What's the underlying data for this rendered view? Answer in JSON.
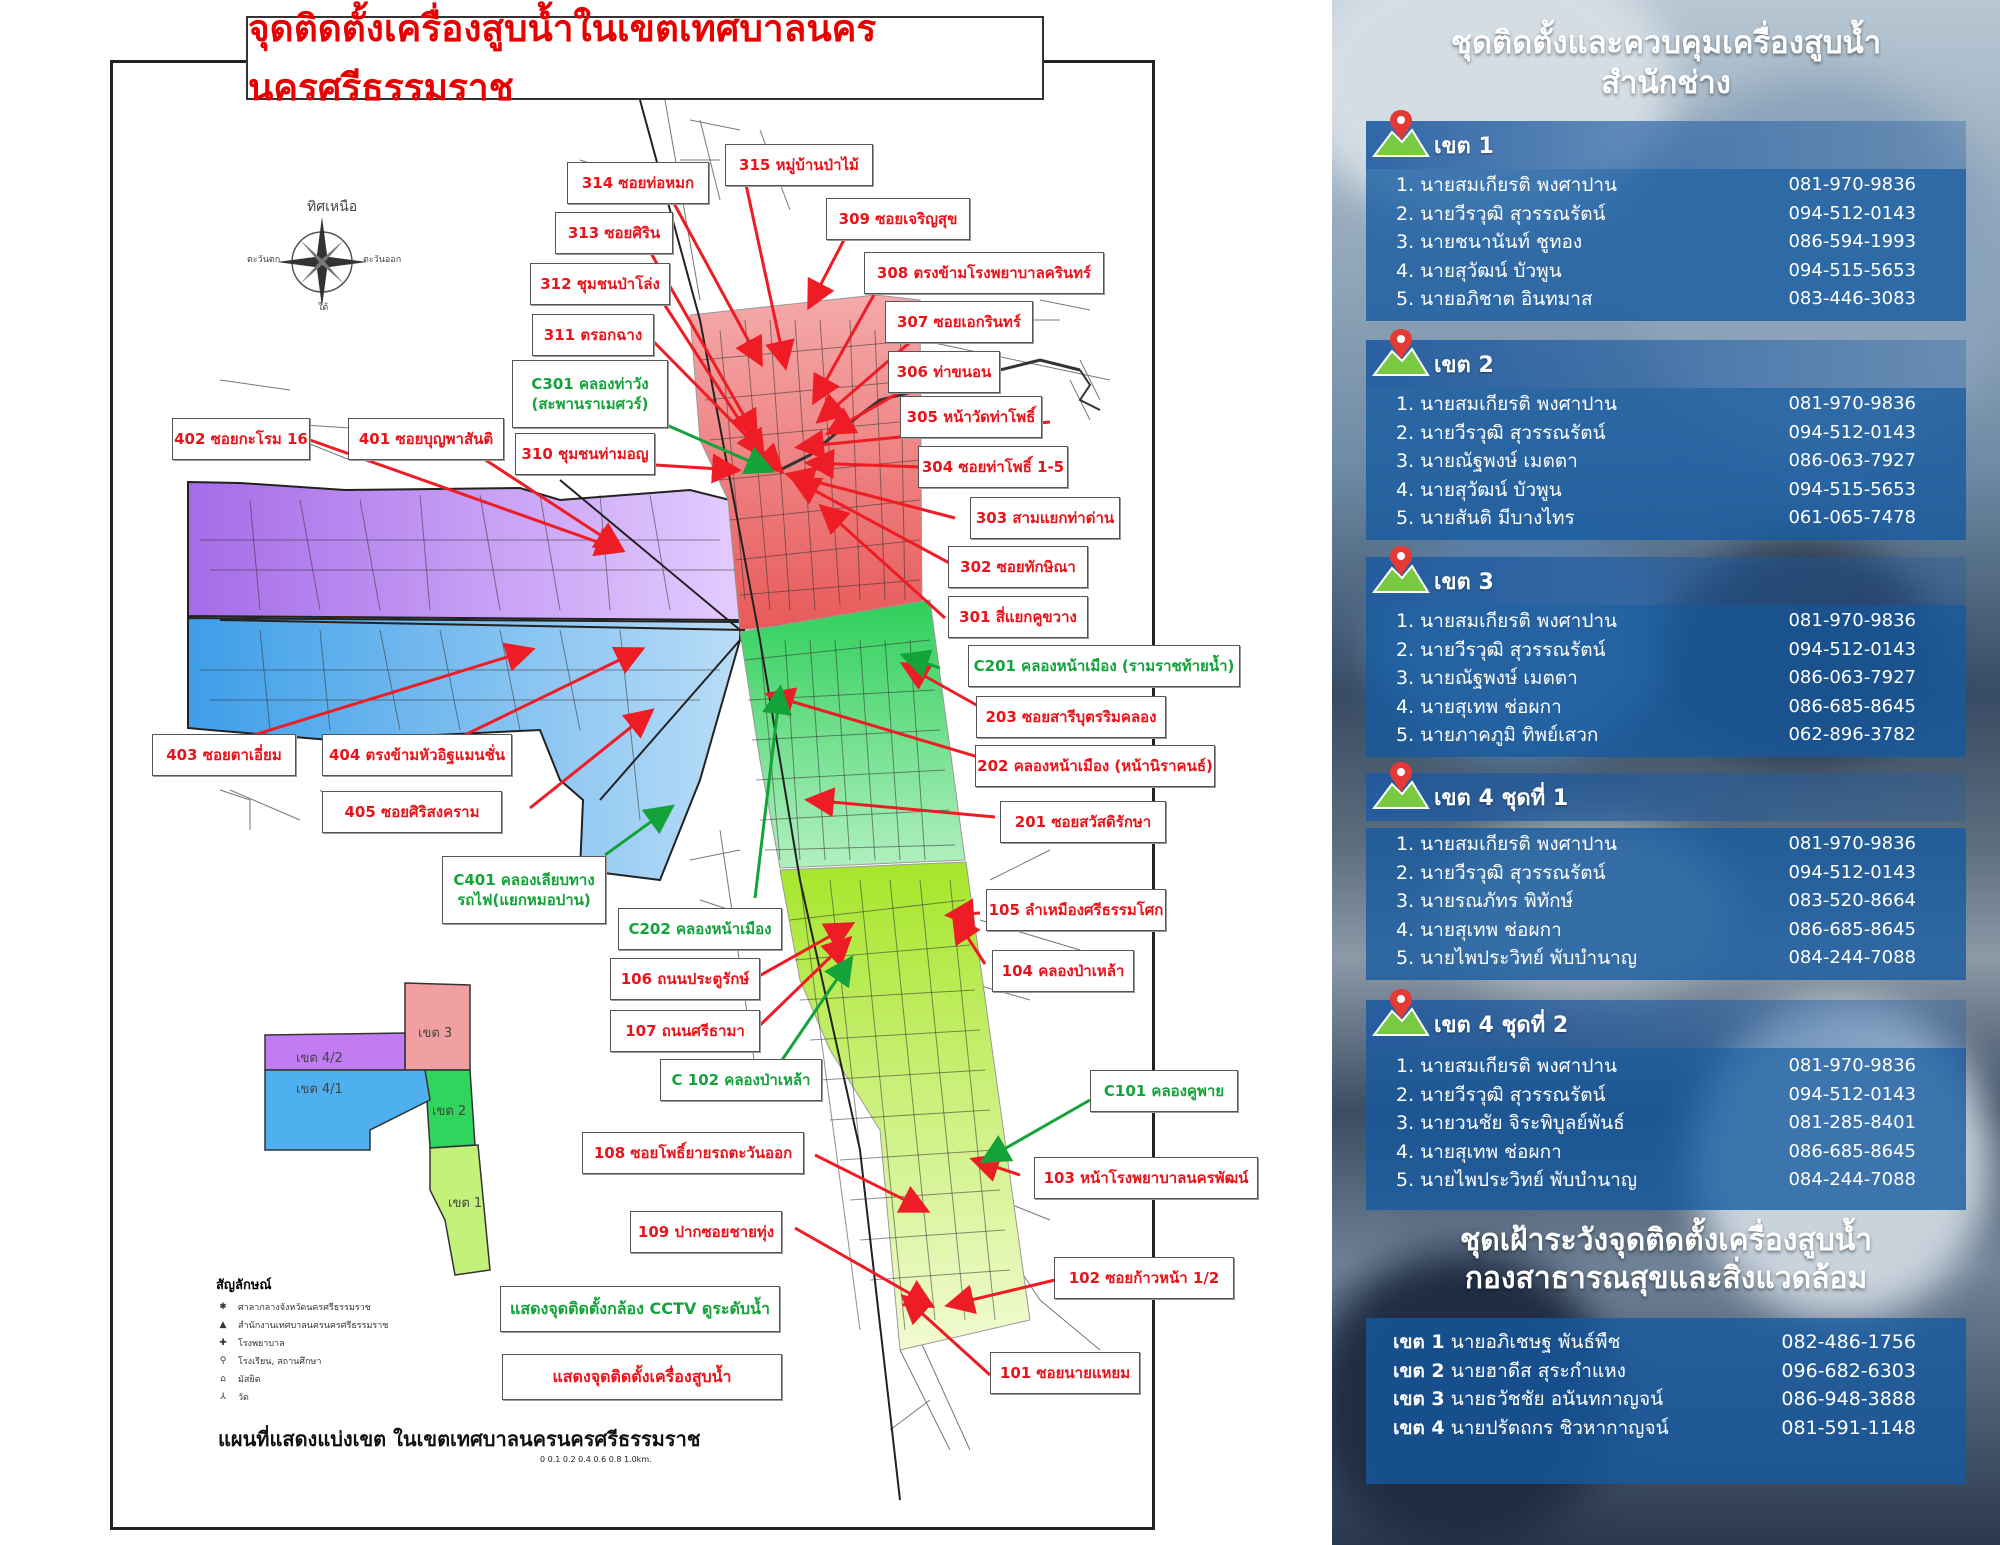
{
  "map": {
    "title": "จุดติดตั้งเครื่องสูบน้ำในเขตเทศบาลนครนครศรีธรรมราช",
    "bottom_caption": "แผนที่แสดงแบ่งเขต ในเขตเทศบาลนครนครศรีธรรมราช",
    "compass": {
      "north": "ทิศเหนือ",
      "west": "ตะวันตก",
      "east": "ตะวันออก",
      "south": "ใต้"
    },
    "scalebar": "0 0.1 0.2   0.4   0.6   0.8   1.0km.",
    "legend": {
      "title": "สัญลักษณ์",
      "items": [
        {
          "symbol": "✱",
          "text": "ศาลากลางจังหวัดนครศรีธรรมราช"
        },
        {
          "symbol": "▲",
          "text": "สำนักงานเทศบาลนครนครศรีธรรมราช"
        },
        {
          "symbol": "✚",
          "text": "โรงพยาบาล"
        },
        {
          "symbol": "⚲",
          "text": "โรงเรียน, สถานศึกษา"
        },
        {
          "symbol": "⌂",
          "text": "มัสยิด"
        },
        {
          "symbol": "⅄",
          "text": "วัด"
        }
      ]
    },
    "inset": {
      "zone1": "เขต 1",
      "zone2": "เขต 2",
      "zone3": "เขต 3",
      "zone41": "เขต 4/1",
      "zone42": "เขต 4/2"
    },
    "legend_cctv": "แสดงจุดติดตั้งกล้อง CCTV ดูระดับน้ำ",
    "legend_pump": "แสดงจุดติดตั้งเครื่องสูบน้ำ",
    "labels": [
      {
        "id": "l314",
        "text": "314 ซอยท่อหมก",
        "color": "red"
      },
      {
        "id": "l315",
        "text": "315 หมู่บ้านป่าไม้",
        "color": "red"
      },
      {
        "id": "l309",
        "text": "309 ซอยเจริญสุข",
        "color": "red"
      },
      {
        "id": "l313",
        "text": "313 ซอยศิริน",
        "color": "red"
      },
      {
        "id": "l308",
        "text": "308 ตรงข้ามโรงพยาบาลครินทร์",
        "color": "red"
      },
      {
        "id": "l312",
        "text": "312 ชุมชนป่าโล่ง",
        "color": "red"
      },
      {
        "id": "l307",
        "text": "307 ซอยเอกรินทร์",
        "color": "red"
      },
      {
        "id": "l311",
        "text": "311 ตรอกฉาง",
        "color": "red"
      },
      {
        "id": "l306",
        "text": "306 ท่าขนอน",
        "color": "red"
      },
      {
        "id": "lC301",
        "text": "C301 คลองท่าวัง\n(สะพานราเมศวร์)",
        "color": "green"
      },
      {
        "id": "l305",
        "text": "305 หน้าวัดท่าโพธิ์",
        "color": "red"
      },
      {
        "id": "l402",
        "text": "402 ซอยกะโรม 16",
        "color": "red"
      },
      {
        "id": "l401",
        "text": "401 ซอยบุญพาสันติ",
        "color": "red"
      },
      {
        "id": "l310",
        "text": "310 ชุมชนท่ามอญ",
        "color": "red"
      },
      {
        "id": "l304",
        "text": "304 ซอยท่าโพธิ์ 1-5",
        "color": "red"
      },
      {
        "id": "l303",
        "text": "303 สามแยกท่าด่าน",
        "color": "red"
      },
      {
        "id": "l302",
        "text": "302 ซอยทักษิณา",
        "color": "red"
      },
      {
        "id": "l301",
        "text": "301 สี่แยกคูขวาง",
        "color": "red"
      },
      {
        "id": "lC201",
        "text": "C201 คลองหน้าเมือง (รามราชท้ายน้ำ)",
        "color": "green"
      },
      {
        "id": "l203",
        "text": "203 ซอยสารีบุตรริมคลอง",
        "color": "red"
      },
      {
        "id": "l403",
        "text": "403 ซอยตาเอี่ยม",
        "color": "red"
      },
      {
        "id": "l404",
        "text": "404 ตรงข้ามหัวอิฐแมนชั่น",
        "color": "red"
      },
      {
        "id": "l202",
        "text": "202 คลองหน้าเมือง (หน้านิราคนธ์)",
        "color": "red"
      },
      {
        "id": "l405",
        "text": "405 ซอยศิริสงคราม",
        "color": "red"
      },
      {
        "id": "l201",
        "text": "201 ซอยสวัสดิรักษา",
        "color": "red"
      },
      {
        "id": "lC401",
        "text": "C401 คลองเลียบทาง\nรถไฟ(แยกหมอปาน)",
        "color": "green"
      },
      {
        "id": "l105",
        "text": "105 ลำเหมืองศรีธรรมโศก",
        "color": "red"
      },
      {
        "id": "lC202",
        "text": "C202 คลองหน้าเมือง",
        "color": "green"
      },
      {
        "id": "l104",
        "text": "104  คลองป่าเหล้า",
        "color": "red"
      },
      {
        "id": "l106",
        "text": "106  ถนนประตูรักษ์",
        "color": "red"
      },
      {
        "id": "l107",
        "text": "107  ถนนศรีธามา",
        "color": "red"
      },
      {
        "id": "lC102",
        "text": "C 102 คลองป่าเหล้า",
        "color": "green"
      },
      {
        "id": "lC101",
        "text": "C101 คลองคูพาย",
        "color": "green"
      },
      {
        "id": "l108",
        "text": "108 ซอยโพธิ์ยายรถตะวันออก",
        "color": "red"
      },
      {
        "id": "l103",
        "text": "103 หน้าโรงพยาบาลนครพัฒน์",
        "color": "red"
      },
      {
        "id": "l109",
        "text": "109 ปากซอยชายทุ่ง",
        "color": "red"
      },
      {
        "id": "l102",
        "text": "102 ซอยก้าวหน้า 1/2",
        "color": "red"
      },
      {
        "id": "l101",
        "text": "101 ซอยนายแหยม",
        "color": "red"
      }
    ]
  },
  "panel": {
    "title_line1": "ชุดติดตั้งและควบคุมเครื่องสูบน้ำ",
    "title_line2": "สำนักช่าง",
    "zones": [
      {
        "name": "เขต 1",
        "members": [
          {
            "name": "1. นายสมเกียรติ  พงศาปาน",
            "phone": "081-970-9836"
          },
          {
            "name": "2. นายวีรวุฒิ  สุวรรณรัตน์",
            "phone": "094-512-0143"
          },
          {
            "name": "3. นายชนานันท์  ชูทอง",
            "phone": "086-594-1993"
          },
          {
            "name": "4. นายสุวัฒน์  บัวพูน",
            "phone": "094-515-5653"
          },
          {
            "name": "5. นายอภิชาต  อินทมาส",
            "phone": "083-446-3083"
          }
        ]
      },
      {
        "name": "เขต 2",
        "members": [
          {
            "name": "1. นายสมเกียรติ  พงศาปาน",
            "phone": "081-970-9836"
          },
          {
            "name": "2. นายวีรวุฒิ  สุวรรณรัตน์",
            "phone": "094-512-0143"
          },
          {
            "name": "3. นายณัฐพงษ์  เมตตา",
            "phone": "086-063-7927"
          },
          {
            "name": "4. นายสุวัฒน์  บัวพูน",
            "phone": "094-515-5653"
          },
          {
            "name": "5. นายสันติ  มีบางไทร",
            "phone": "061-065-7478"
          }
        ]
      },
      {
        "name": "เขต 3",
        "members": [
          {
            "name": "1. นายสมเกียรติ  พงศาปาน",
            "phone": "081-970-9836"
          },
          {
            "name": "2. นายวีรวุฒิ  สุวรรณรัตน์",
            "phone": "094-512-0143"
          },
          {
            "name": "3. นายณัฐพงษ์  เมตตา",
            "phone": "086-063-7927"
          },
          {
            "name": "4. นายสุเทพ  ช่อผกา",
            "phone": "086-685-8645"
          },
          {
            "name": "5. นายภาคภูมิ  ทิพย์เสวก",
            "phone": "062-896-3782"
          }
        ]
      },
      {
        "name": "เขต 4 ชุดที่ 1",
        "members": [
          {
            "name": "1. นายสมเกียรติ  พงศาปาน",
            "phone": "081-970-9836"
          },
          {
            "name": "2. นายวีรวุฒิ  สุวรรณรัตน์",
            "phone": "094-512-0143"
          },
          {
            "name": "3. นายรณภัทร  พิทักษ์",
            "phone": "083-520-8664"
          },
          {
            "name": "4. นายสุเทพ  ช่อผกา",
            "phone": "086-685-8645"
          },
          {
            "name": "5. นายไพประวิทย์  พับบำนาญ",
            "phone": "084-244-7088"
          }
        ]
      },
      {
        "name": "เขต 4 ชุดที่ 2",
        "members": [
          {
            "name": "1. นายสมเกียรติ  พงศาปาน",
            "phone": "081-970-9836"
          },
          {
            "name": "2. นายวีรวุฒิ  สุวรรณรัตน์",
            "phone": "094-512-0143"
          },
          {
            "name": "3. นายวนชัย  จิระพิบูลย์พันธ์",
            "phone": "081-285-8401"
          },
          {
            "name": "4. นายสุเทพ  ช่อผกา",
            "phone": "086-685-8645"
          },
          {
            "name": "5. นายไพประวิทย์  พับบำนาญ",
            "phone": "084-244-7088"
          }
        ]
      }
    ],
    "watch_title_line1": "ชุดเฝ้าระวังจุดติดตั้งเครื่องสูบน้ำ",
    "watch_title_line2": "กองสาธารณสุขและสิ่งแวดล้อม",
    "watch": [
      {
        "zone": "เขต 1",
        "name": "นายอภิเชษฐ  พันธ์พืช",
        "phone": "082-486-1756"
      },
      {
        "zone": "เขต 2",
        "name": "นายฮาดีส  สุระกำแหง",
        "phone": "096-682-6303"
      },
      {
        "zone": "เขต 3",
        "name": "นายธวัชชัย  อนันทกาญจน์",
        "phone": "086-948-3888"
      },
      {
        "zone": "เขต 4",
        "name": "นายปรัตถกร  ชิวหากาญจน์",
        "phone": "081-591-1148"
      }
    ]
  }
}
